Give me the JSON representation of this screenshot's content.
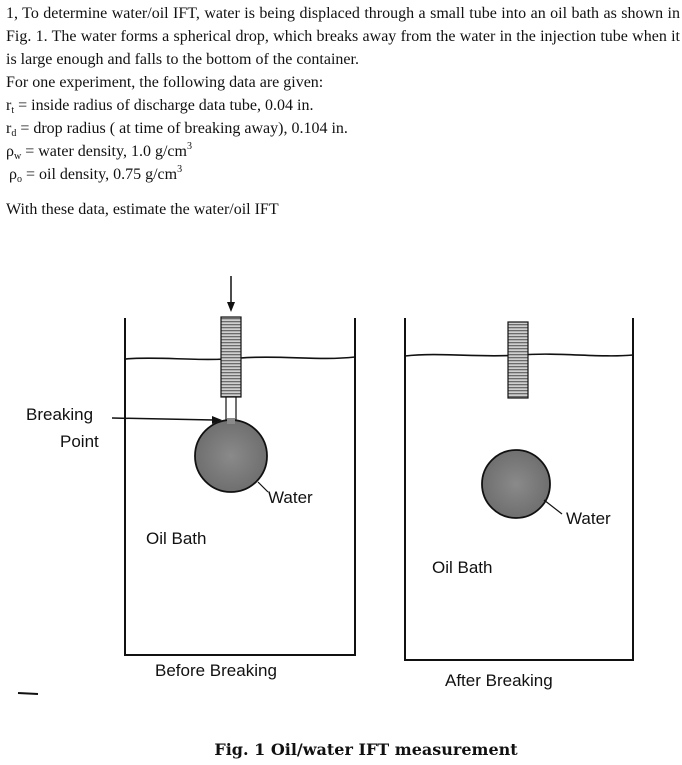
{
  "problem": {
    "intro": "1, To determine water/oil IFT, water is being displaced through a small tube into an oil bath as shown in Fig. 1. The water forms a spherical drop, which breaks away from the water in the injection tube when it is large enough and falls to the bottom of the container.",
    "given_intro": "For one experiment, the following data are given:",
    "items": [
      {
        "symbol": "r",
        "sub": "t",
        "text": " = inside radius of discharge data tube, 0.04 in.",
        "sup": ""
      },
      {
        "symbol": "r",
        "sub": "d",
        "text": " = drop radius ( at time of breaking away), 0.104 in.",
        "sup": ""
      },
      {
        "symbol": "ρ",
        "sub": "w",
        "text": " = water density, 1.0 g/cm",
        "sup": "3"
      },
      {
        "symbol": "ρ",
        "sub": "o",
        "text": " = oil density, 0.75 g/cm",
        "sup": "3"
      }
    ],
    "task": "With these data, estimate the water/oil IFT"
  },
  "figure": {
    "labels": {
      "breaking_line1": "Breaking",
      "breaking_line2": "Point",
      "water_left": "Water",
      "oil_left": "Oil Bath",
      "before": "Before Breaking",
      "water_right": "Water",
      "oil_right": "Oil Bath",
      "after": "After Breaking"
    },
    "caption": "Fig. 1 Oil/water IFT measurement"
  }
}
